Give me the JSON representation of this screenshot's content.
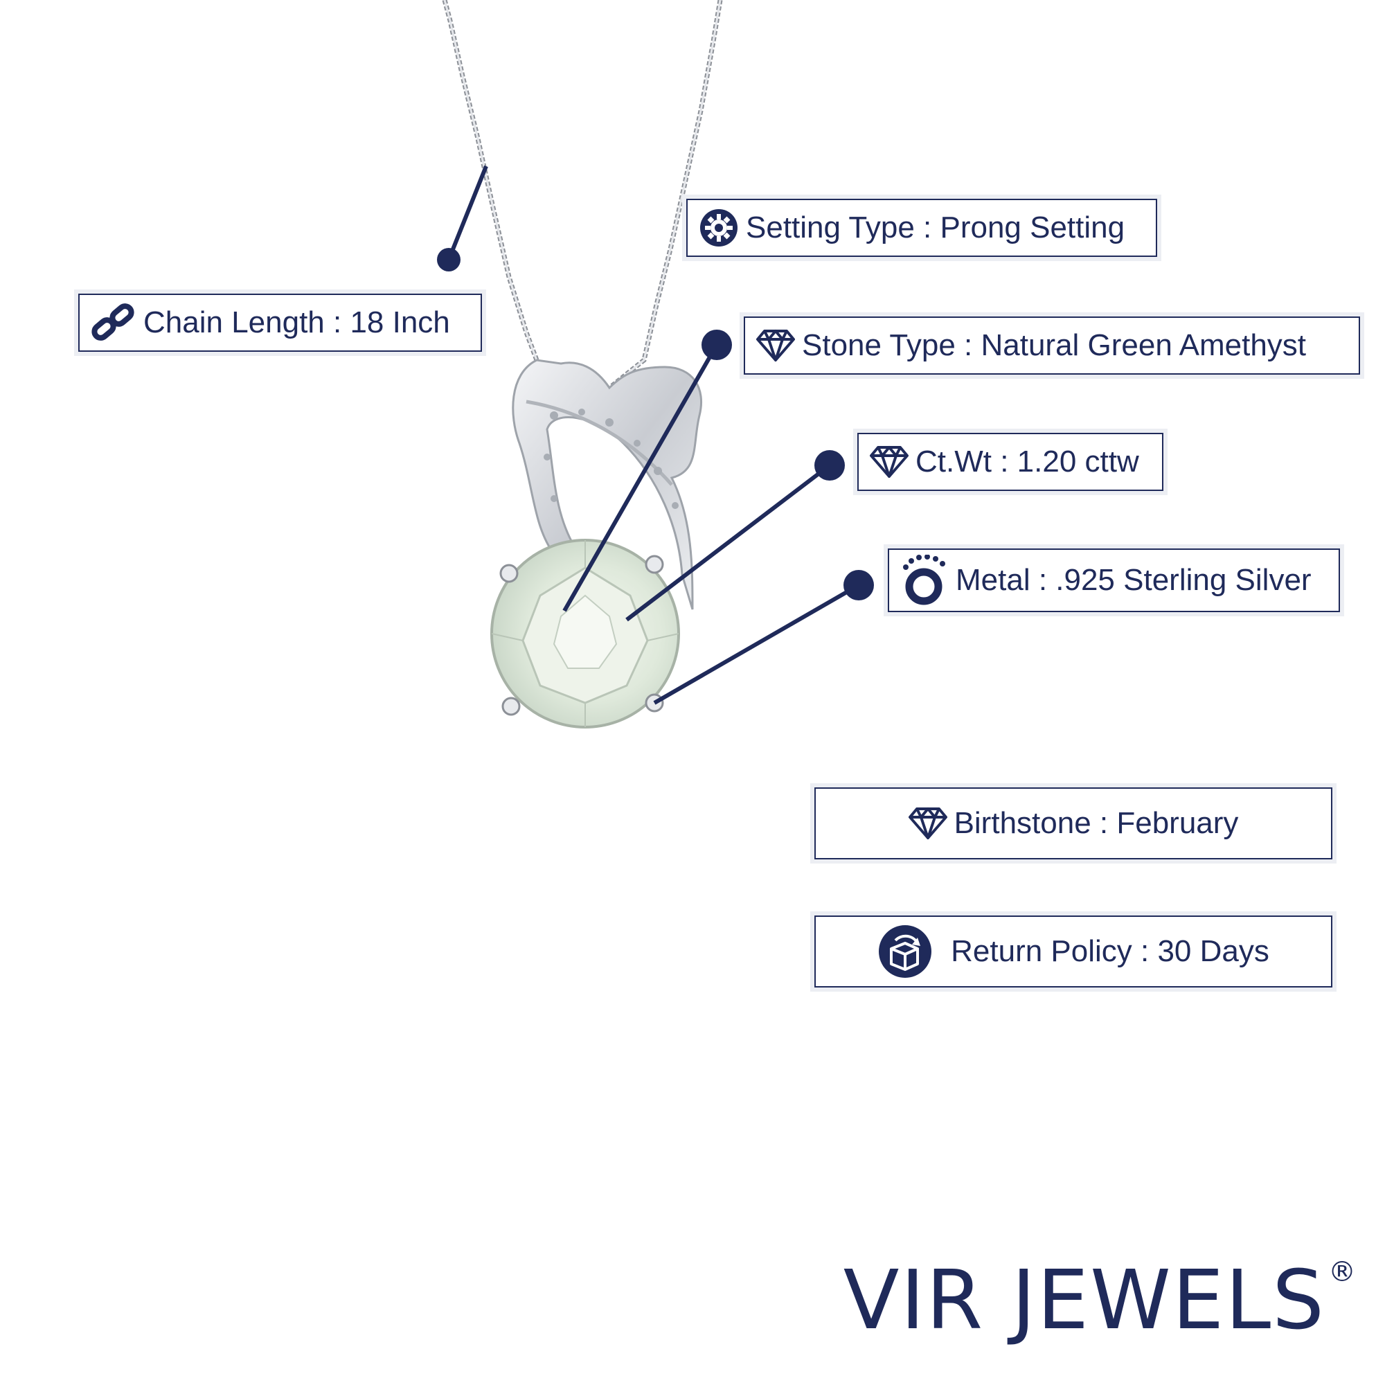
{
  "colors": {
    "navy": "#1f2a5a",
    "silver": "#d4d7dc",
    "stone": "#dfe9dc",
    "background": "#ffffff"
  },
  "specs": [
    {
      "id": "chain-length",
      "icon": "chain-link-icon",
      "label": "Chain Length : 18 Inch"
    },
    {
      "id": "setting-type",
      "icon": "gear-icon",
      "label": "Setting Type : Prong Setting"
    },
    {
      "id": "stone-type",
      "icon": "diamond-icon",
      "label": "Stone Type : Natural Green Amethyst"
    },
    {
      "id": "ct-wt",
      "icon": "diamond-icon",
      "label": "Ct.Wt : 1.20 cttw"
    },
    {
      "id": "metal",
      "icon": "ring-icon",
      "label": "Metal : .925 Sterling Silver"
    },
    {
      "id": "birthstone",
      "icon": "diamond-icon",
      "label": "Birthstone : February"
    },
    {
      "id": "return-policy",
      "icon": "return-box-icon",
      "label": "Return Policy : 30 Days"
    }
  ],
  "brand": {
    "name": "VIR JEWELS",
    "mark": "®"
  },
  "product": {
    "image": "pendant-necklace-image"
  }
}
